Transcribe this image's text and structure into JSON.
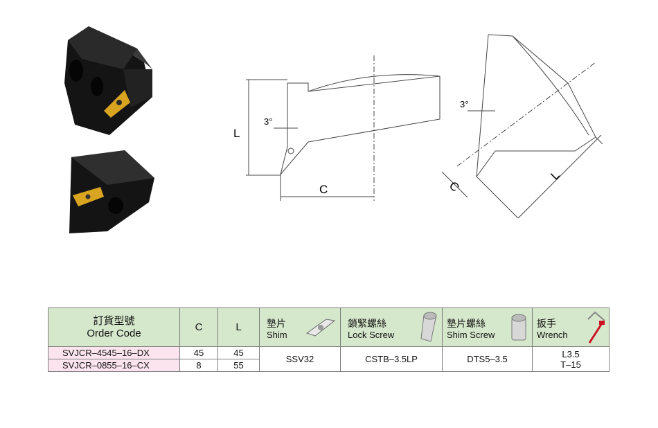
{
  "drawing": {
    "label_L_side": "L",
    "label_C_side": "C",
    "label_angle_side": "3°",
    "label_L_front": "L",
    "label_C_front": "C",
    "label_angle_front": "3°"
  },
  "table": {
    "header": {
      "order_code_zh": "訂貨型號",
      "order_code_en": "Order Code",
      "c": "C",
      "l": "L",
      "shim_zh": "墊片",
      "shim_en": "Shim",
      "lock_screw_zh": "鎖緊螺絲",
      "lock_screw_en": "Lock Screw",
      "shim_screw_zh": "墊片螺絲",
      "shim_screw_en": "Shim Screw",
      "wrench_zh": "扳手",
      "wrench_en": "Wrench"
    },
    "rows": [
      {
        "code": "SVJCR–4545–16–DX",
        "c": "45",
        "l": "45"
      },
      {
        "code": "SVJCR–0855–16–CX",
        "c": "8",
        "l": "55"
      }
    ],
    "shim": "SSV32",
    "lock_screw": "CSTB–3.5LP",
    "shim_screw": "DTS5–3.5",
    "wrench_line1": "L3.5",
    "wrench_line2": "T–15"
  },
  "colors": {
    "header_bg": "#d6e8cc",
    "code_bg": "#fbe4ee",
    "insert_gold": "#d9a520",
    "wrench_red": "#cc1122"
  }
}
